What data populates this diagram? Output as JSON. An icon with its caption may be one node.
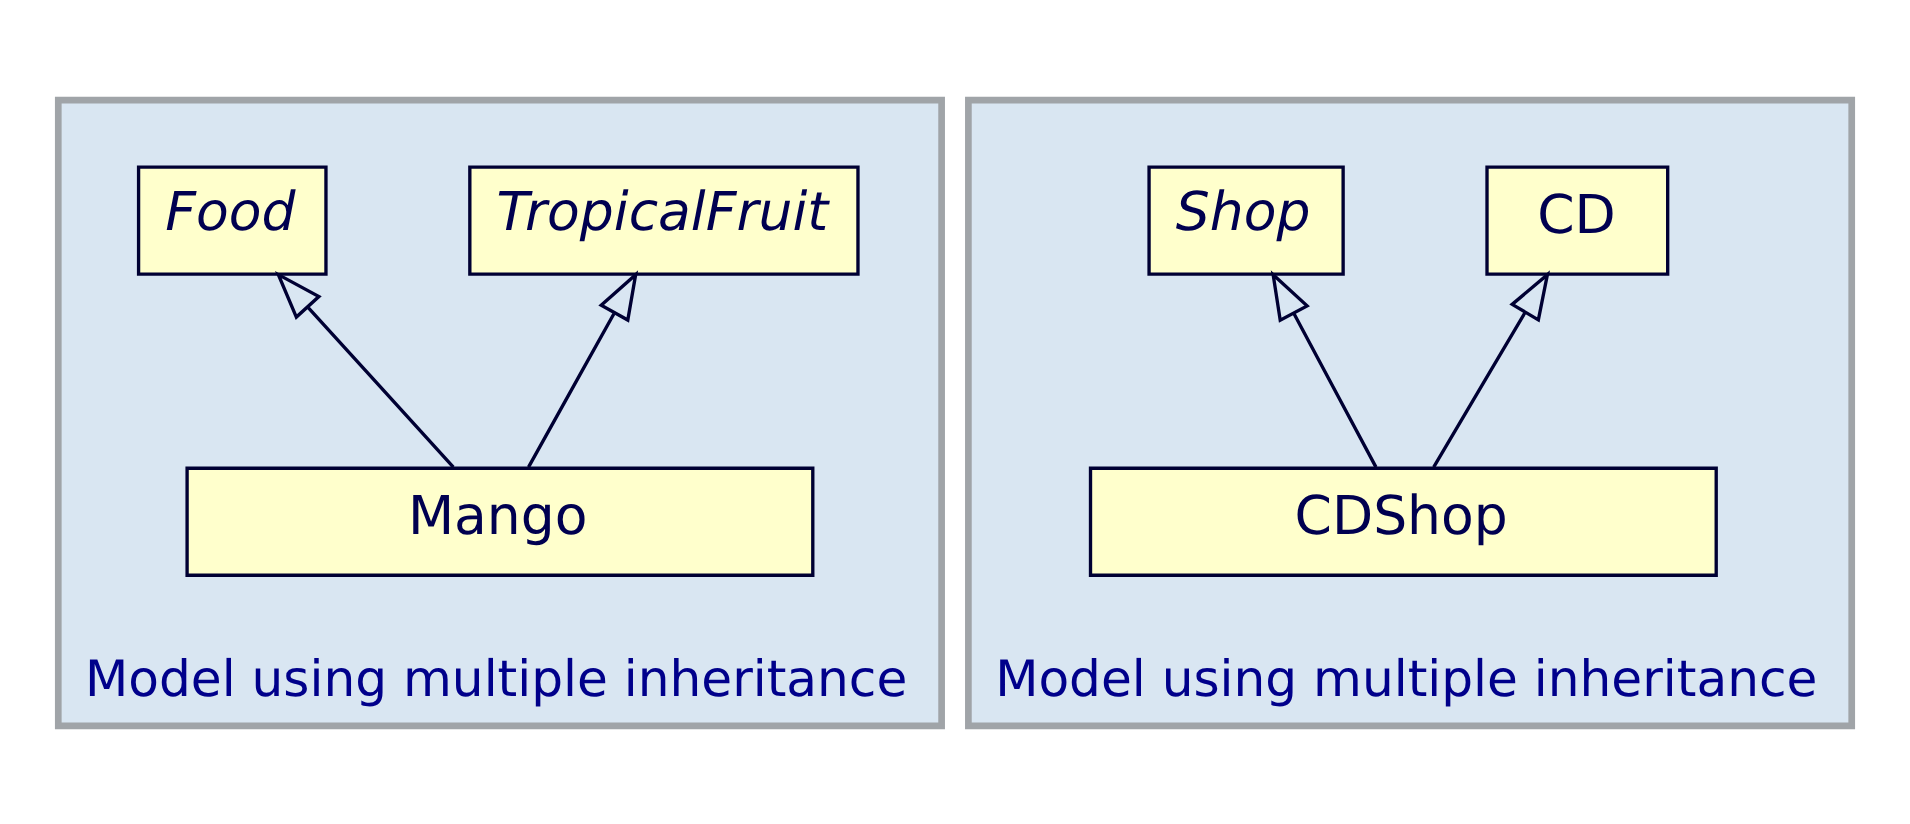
{
  "diagram": {
    "nodes": [
      {
        "text": [
          "Model using multiple inheritance"
        ]
      },
      {
        "text": [
          "Food"
        ],
        "in": 0
      },
      {
        "text": [
          "TropicalFruit"
        ],
        "in": 0
      },
      {
        "text": [
          "Mango"
        ],
        "in": 0
      },
      {
        "text": [
          "Model using multiple inheritance"
        ]
      },
      {
        "text": [
          "Shop"
        ],
        "in": 4
      },
      {
        "text": [
          "CD"
        ],
        "in": 4
      },
      {
        "text": [
          "CDShop"
        ],
        "in": 4
      }
    ],
    "edges": [
      {
        "from": 3,
        "to": 1,
        "arrow": "to"
      },
      {
        "from": 3,
        "to": 2,
        "arrow": "to"
      },
      {
        "from": 7,
        "to": 5,
        "arrow": "to"
      },
      {
        "from": 7,
        "to": 6,
        "arrow": "to"
      }
    ]
  }
}
